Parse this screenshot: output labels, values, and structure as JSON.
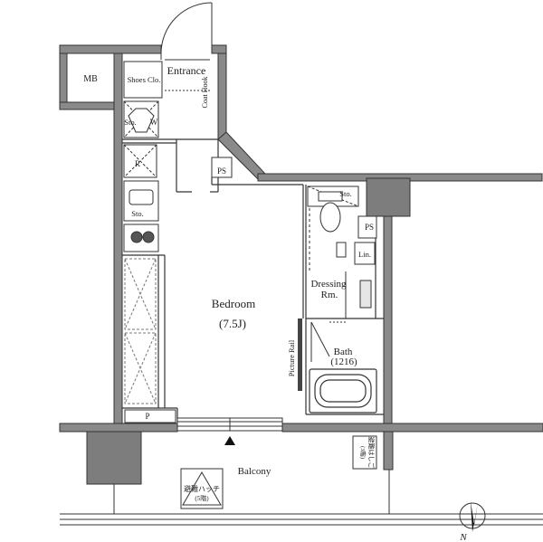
{
  "rooms": {
    "mb": "MB",
    "shoes_closet": "Shoes Clo.",
    "entrance": "Entrance",
    "coat_hook": "Coat Hook",
    "sto_w": "Sto.",
    "washer": "W",
    "refrigerator": "R",
    "ps_entry": "PS",
    "ps_bath": "PS",
    "sto_kitchen": "Sto.",
    "sto_bath": "Sto.",
    "bedroom": "Bedroom",
    "bedroom_size": "(7.5J)",
    "dressing_line1": "Dressing",
    "dressing_line2": "Rm.",
    "linen": "Lin.",
    "bath": "Bath",
    "bath_size": "(1216)",
    "picture_rail": "Picture Rail",
    "p": "P",
    "balcony": "Balcony",
    "evac_hatch_line1": "避難ハッチ",
    "evac_hatch_line2": "(5階)",
    "evac_board_line1": "避難はしご",
    "evac_board_line2": "(3階)"
  },
  "compass": {
    "north": "N"
  },
  "colors": {
    "wall": "#8a8a8a",
    "line": "#222222",
    "fixture": "#9a9a9a"
  }
}
